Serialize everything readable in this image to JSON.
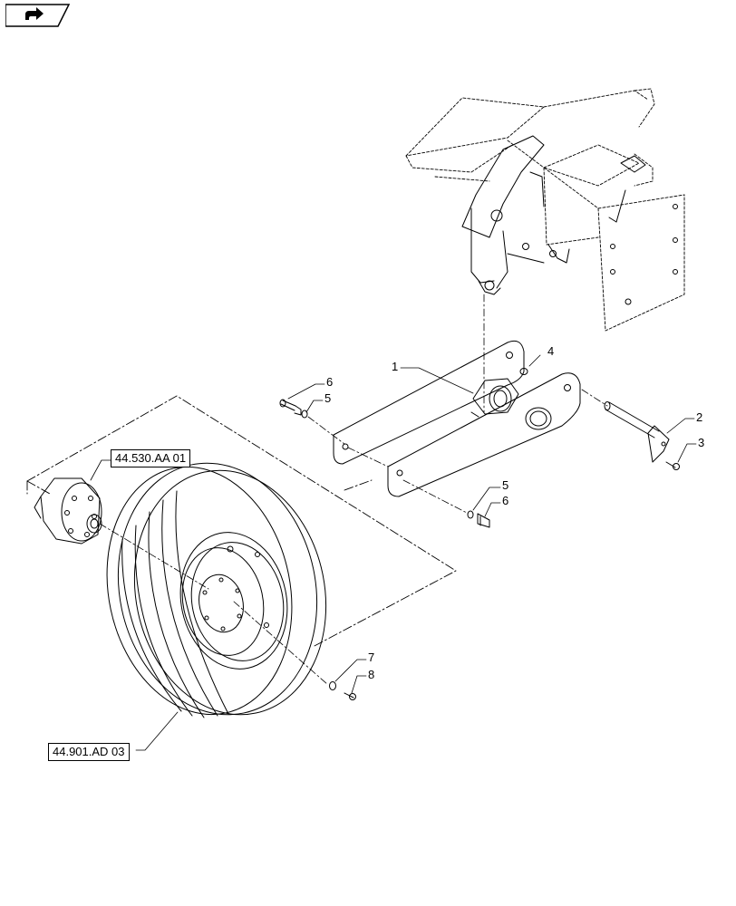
{
  "nav": {
    "icon": "return-arrow-icon"
  },
  "references": {
    "hub_ref": "44.530.AA 01",
    "tire_ref": "44.901.AD 03"
  },
  "callouts": {
    "c1": "1",
    "c2": "2",
    "c3": "3",
    "c4": "4",
    "c5a": "5",
    "c6a": "6",
    "c5b": "5",
    "c6b": "6",
    "c7": "7",
    "c8": "8"
  },
  "colors": {
    "line": "#000000",
    "background": "#ffffff"
  }
}
